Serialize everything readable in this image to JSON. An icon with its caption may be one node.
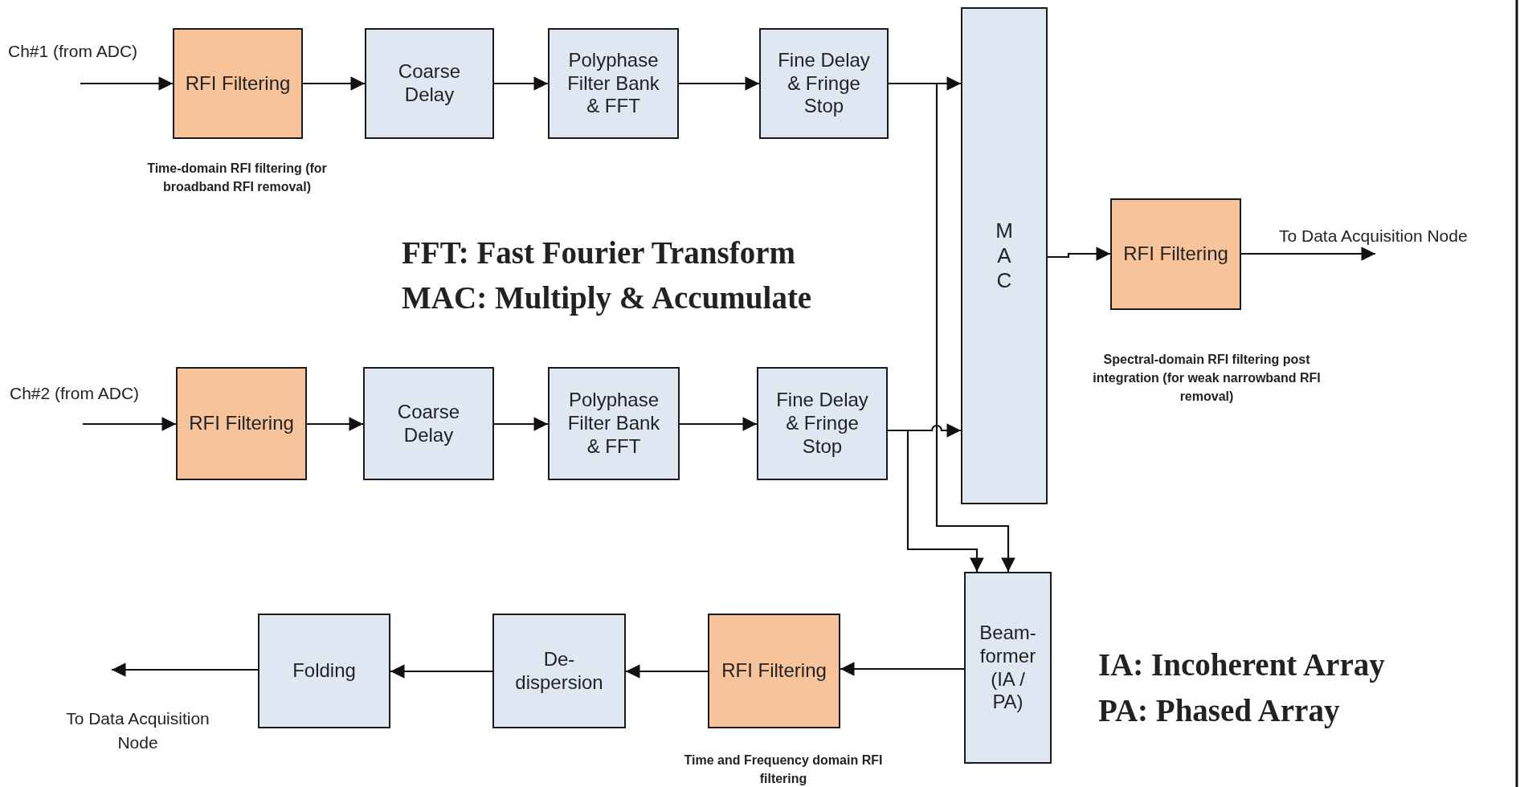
{
  "diagram": {
    "nodes": [
      {
        "text": [
          "RFI Filtering"
        ],
        "beside": [
          "Time-domain RFI filtering (for broadband RFI removal)"
        ]
      },
      {
        "text": [
          "Coarse Delay"
        ]
      },
      {
        "text": [
          "Polyphase Filter Bank & FFT"
        ]
      },
      {
        "text": [
          "Fine Delay & Fringe Stop"
        ]
      },
      {
        "text": [
          "RFI Filtering"
        ]
      },
      {
        "text": [
          "Coarse Delay"
        ]
      },
      {
        "text": [
          "Polyphase Filter Bank & FFT"
        ]
      },
      {
        "text": [
          "Fine Delay & Fringe Stop"
        ]
      },
      {
        "text": [
          "MAC"
        ]
      },
      {
        "text": [
          "RFI Filtering"
        ],
        "beside": [
          "Spectral-domain RFI filtering post integration (for weak narrowband RFI removal)"
        ]
      },
      {
        "text": [
          "Beam- former (IA / PA)"
        ]
      },
      {
        "text": [
          "RFI Filtering"
        ],
        "beside": [
          "Time and Frequency domain RFI filtering"
        ]
      },
      {
        "text": [
          "De- dispersion"
        ]
      },
      {
        "text": [
          "Folding"
        ]
      },
      {
        "text": [
          "To Data Acquisition Node"
        ]
      }
    ],
    "edges": [
      {
        "from": null,
        "to": 0,
        "arrow": "to"
      },
      {
        "from": 0,
        "to": 1,
        "arrow": "to"
      },
      {
        "from": 1,
        "to": 2,
        "arrow": "to"
      },
      {
        "from": 2,
        "to": 3,
        "arrow": "to"
      },
      {
        "from": 3,
        "to": 8,
        "arrow": "to"
      },
      {
        "from": 3,
        "to": 10,
        "arrow": "to"
      },
      {
        "from": null,
        "to": 4,
        "arrow": "to"
      },
      {
        "from": 4,
        "to": 5,
        "arrow": "to"
      },
      {
        "from": 5,
        "to": 6,
        "arrow": "to"
      },
      {
        "from": 6,
        "to": 7,
        "arrow": "to"
      },
      {
        "from": 7,
        "to": 8,
        "arrow": "to"
      },
      {
        "from": 7,
        "to": 10,
        "arrow": "to"
      },
      {
        "from": 8,
        "to": 9,
        "arrow": "to"
      },
      {
        "from": 9,
        "to": 14,
        "arrow": "to"
      },
      {
        "from": 10,
        "to": 11,
        "arrow": "to"
      },
      {
        "from": 11,
        "to": 12,
        "arrow": "to"
      },
      {
        "from": 12,
        "to": 13,
        "arrow": "to"
      },
      {
        "from": 13,
        "to": null,
        "arrow": "to"
      }
    ],
    "labels": [
      "Ch#1 (from ADC)",
      "Ch#2 (from ADC)",
      "FFT: Fast Fourier Transform",
      "MAC: Multiply & Accumulate",
      "IA: Incoherent Array",
      "PA: Phased Array",
      "To Data Acquisition Node"
    ]
  }
}
